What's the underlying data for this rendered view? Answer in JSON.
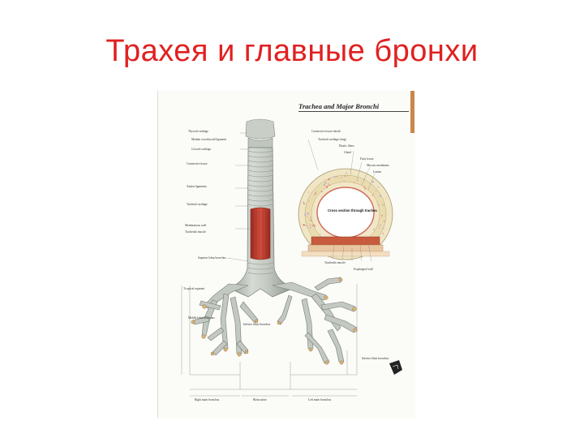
{
  "slide": {
    "title": "Трахея и главные бронхи"
  },
  "plate": {
    "header": "Trachea and Major Bronchi",
    "labels_left": [
      "Thyroid cartilage",
      "Median cricothyroid ligament",
      "Cricoid cartilage",
      "Connective tissue",
      "Anular ligaments",
      "Tracheal cartilage",
      "Membranous wall",
      "Trachealis muscle",
      "Superior lobar bronchus",
      "To apical segment",
      "Middle lobar bronchus",
      "Inferior lobar bronchus"
    ],
    "labels_right": [
      "Connective tissue sheath",
      "Tracheal cartilage (ring)",
      "Elastic fibers",
      "Gland",
      "Fatty tissue",
      "Mucous membrane",
      "Lumen",
      "Cross section through trachea",
      "Trachealis muscle",
      "Esophageal wall",
      "Inferior lobar bronchus"
    ],
    "cross_section_caption": "Cross section through trachea",
    "bottom_labels": [
      "Right main bronchus",
      "Bifurcation",
      "Left main bronchus"
    ]
  }
}
